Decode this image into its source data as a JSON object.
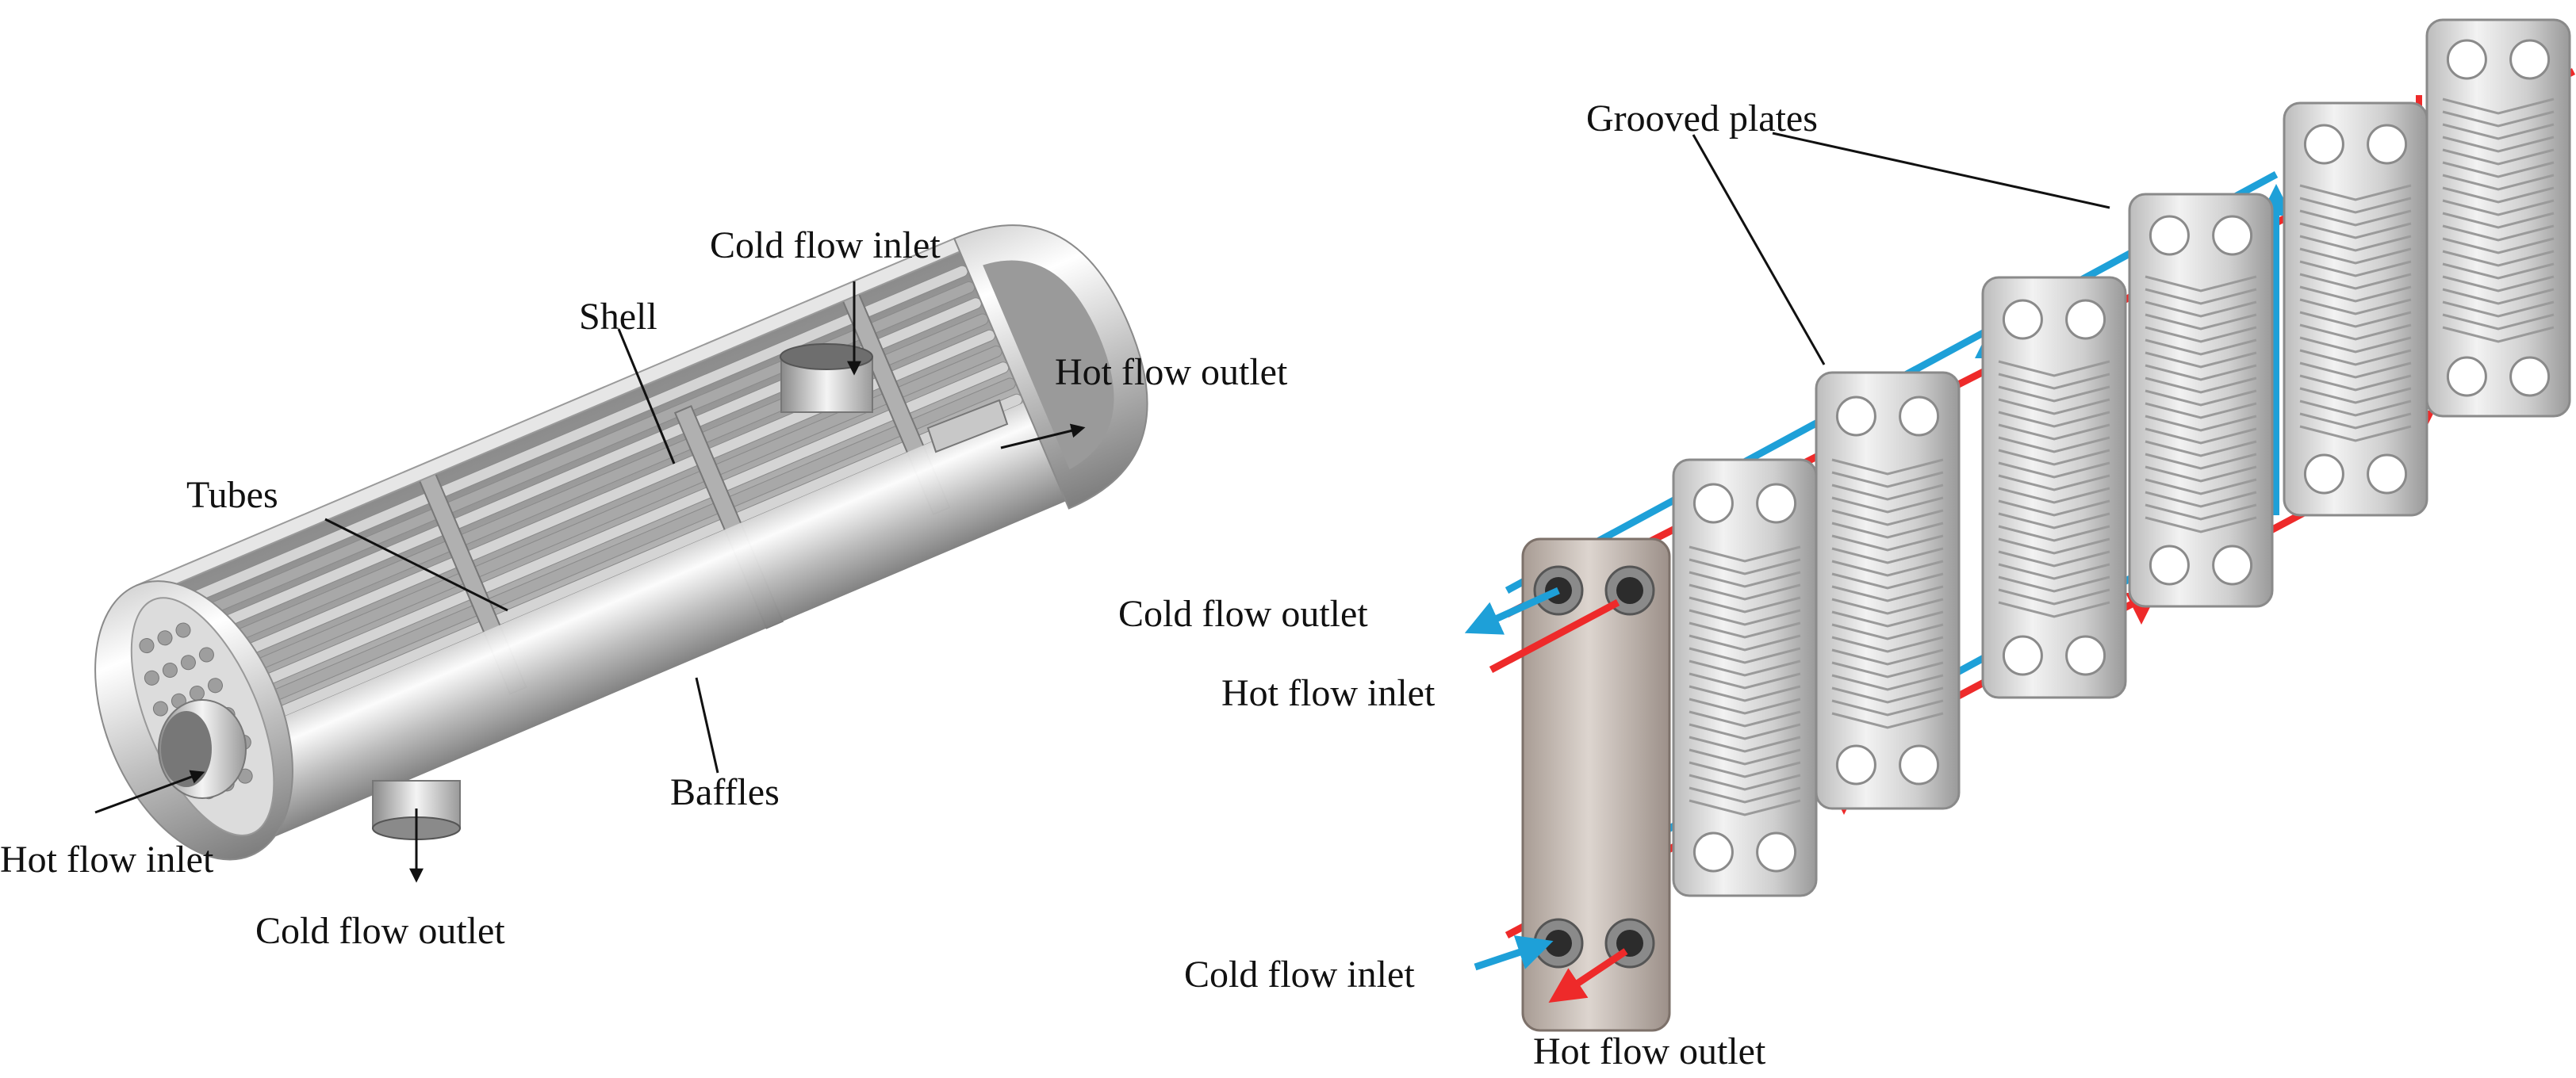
{
  "shell_and_tube": {
    "labels": {
      "cold_inlet": "Cold flow inlet",
      "shell": "Shell",
      "hot_outlet": "Hot flow outlet",
      "tubes": "Tubes",
      "baffles": "Baffles",
      "hot_inlet": "Hot flow inlet",
      "cold_outlet": "Cold flow outlet"
    }
  },
  "plate_exchanger": {
    "labels": {
      "grooved_plates": "Grooved plates",
      "cold_outlet": "Cold flow outlet",
      "hot_inlet": "Hot flow inlet",
      "cold_inlet": "Cold flow inlet",
      "hot_outlet": "Hot flow outlet"
    }
  },
  "colors": {
    "hot_flow": "#ee2a2a",
    "cold_flow": "#1ea0d8",
    "metal_light": "#eeeeee",
    "metal_mid": "#c4c4c4",
    "metal_dark": "#8e8e8e"
  }
}
